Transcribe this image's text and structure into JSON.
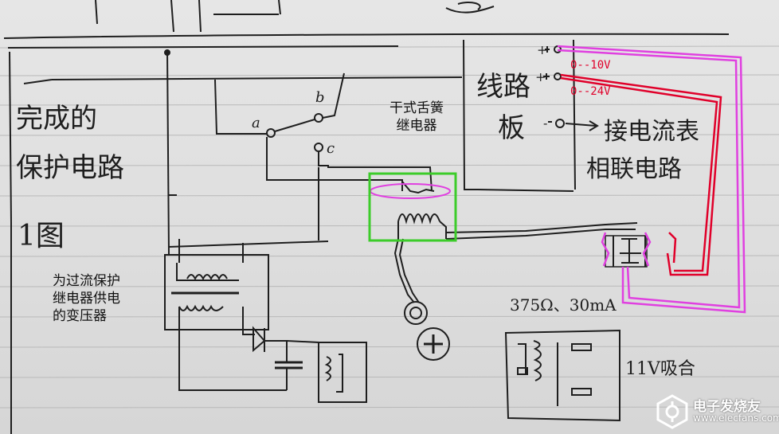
{
  "diagram": {
    "left_title_line1": "完成的",
    "left_title_line2": "保护电路",
    "figure_no": "1图",
    "transformer_note": [
      "为过流保护",
      "继电器供电",
      "的变压器"
    ],
    "reed_relay_label": [
      "干式舌簧",
      "继电器"
    ],
    "terminal_a": "a",
    "terminal_b": "b",
    "terminal_c": "c",
    "board_label_1": "线路",
    "board_label_2": "板",
    "plus1": "+",
    "plus2": "+",
    "minus": "-",
    "voltage_1": "0--10V",
    "voltage_2": "0--24V",
    "series_note_1": "接电流表",
    "series_note_2": "相联电路",
    "coil_spec": "375Ω、30mA",
    "relay_note": "11V吸合",
    "plus_symbol": "+"
  },
  "watermark": {
    "name": "电子发烧友",
    "url": "www.elecfans.com"
  },
  "colors": {
    "ink": "#1e1e1e",
    "red": "#e0002a",
    "magenta": "#e040e0",
    "green": "#3ccc2a"
  }
}
